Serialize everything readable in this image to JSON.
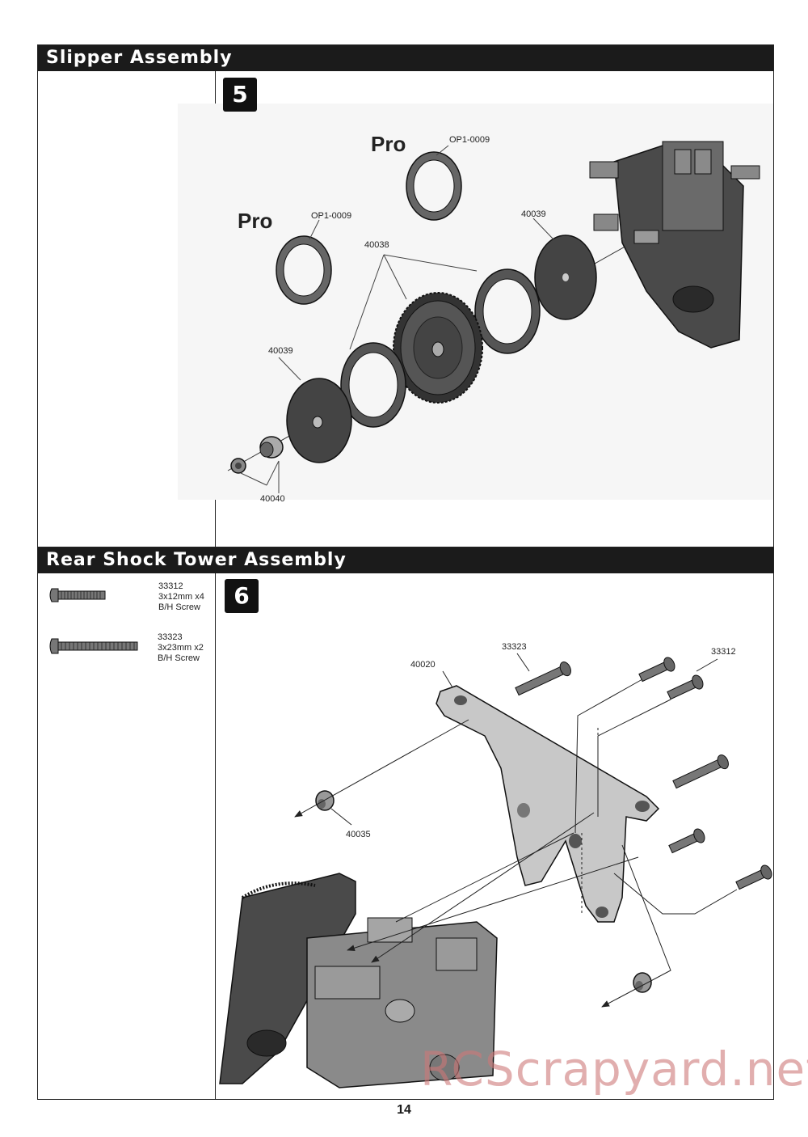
{
  "section1": {
    "title": "Slipper Assembly",
    "step": "5",
    "pro_labels": [
      "Pro",
      "Pro"
    ],
    "part_labels": {
      "op1_top": "OP1-0009",
      "op1_left": "OP1-0009",
      "p40038": "40038",
      "p40039_right": "40039",
      "p40039_left": "40039",
      "p40040": "40040"
    }
  },
  "section2": {
    "title": "Rear Shock Tower Assembly",
    "step": "6",
    "parts_list": [
      {
        "code": "33312",
        "size": "3x12mm x4",
        "type": "B/H Screw"
      },
      {
        "code": "33323",
        "size": "3x23mm x2",
        "type": "B/H Screw"
      }
    ],
    "part_labels": {
      "p33323": "33323",
      "p33312": "33312",
      "p40020": "40020",
      "p40035": "40035"
    }
  },
  "page_number": "14",
  "watermark": "RCScrapyard.net"
}
